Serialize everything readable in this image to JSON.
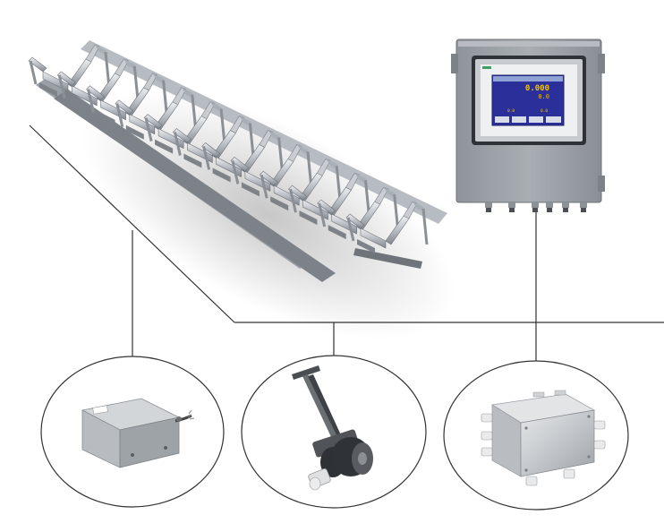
{
  "controller": {
    "screen": {
      "header": "",
      "main_reading": "0.000",
      "secondary_reading": "0.0",
      "side_labels": [
        "",
        "",
        ""
      ],
      "bottom_values": [
        "0.0",
        "0.0"
      ]
    }
  },
  "colors": {
    "background": "#ffffff",
    "line": "#333333",
    "steel_light": "#d9dde2",
    "steel_mid": "#a9afb6",
    "steel_dark": "#6d737a",
    "cabinet": "#9ea3a8",
    "lcd_bg": "#2b2f9a",
    "lcd_digits": "#f2c200"
  },
  "icons": {
    "scale-frame": "belt-scale-idler-frame-icon",
    "controller": "weighing-controller-cabinet-icon",
    "load-cell": "load-cell-icon",
    "speed-sensor": "speed-sensor-icon",
    "junction-box": "junction-box-icon"
  }
}
